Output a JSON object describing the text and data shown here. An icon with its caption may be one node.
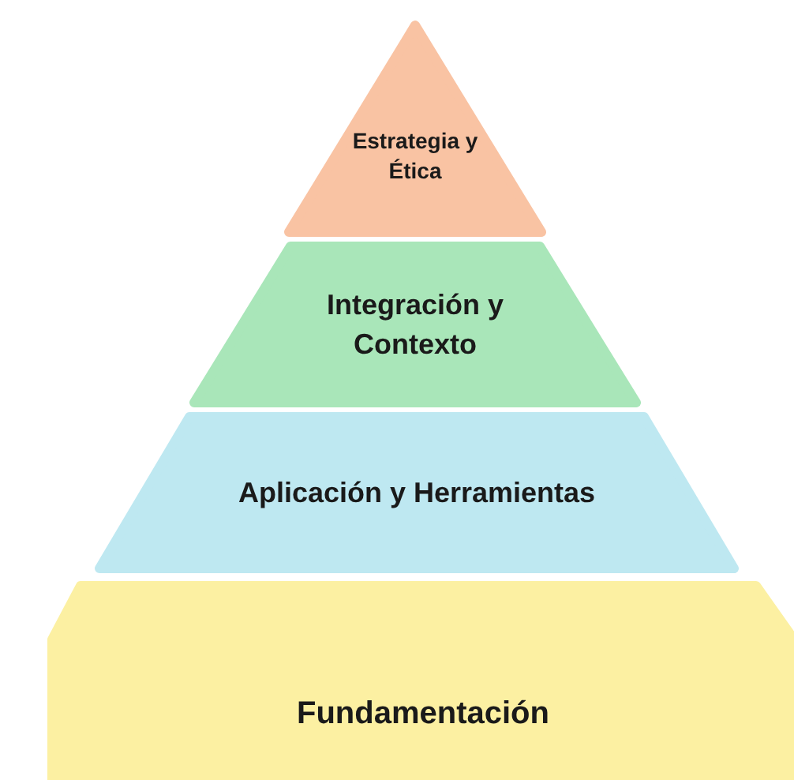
{
  "diagram": {
    "nodes": [
      {
        "text": [
          "Estrategia y Ética"
        ]
      },
      {
        "text": [
          "Integración y Contexto"
        ]
      },
      {
        "text": [
          "Aplicación y Herramientas"
        ]
      },
      {
        "text": [
          "Fundamentación"
        ]
      }
    ]
  }
}
